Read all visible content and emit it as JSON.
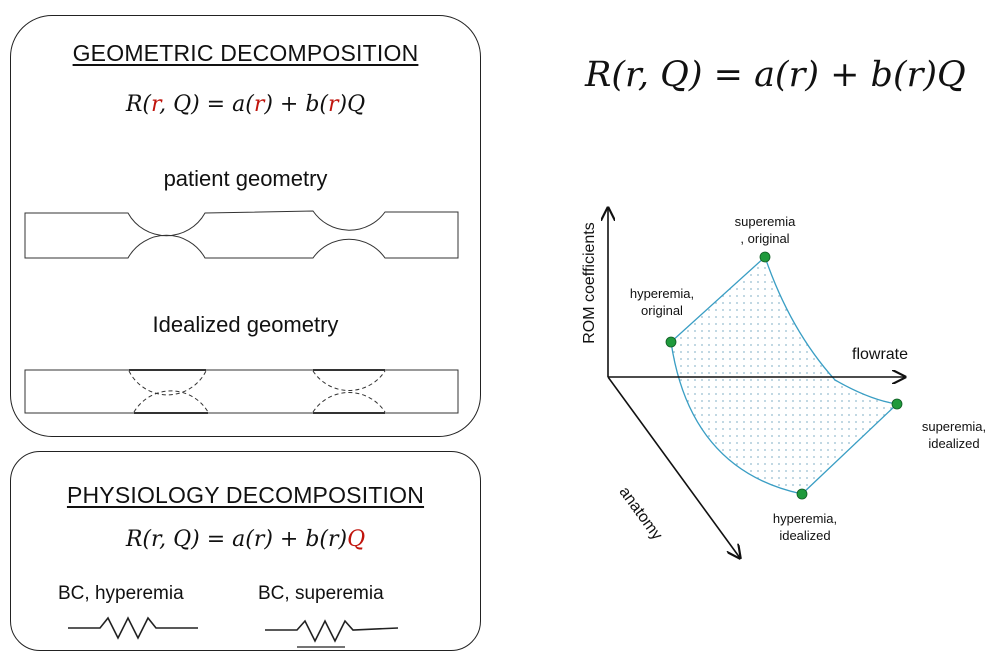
{
  "geometric": {
    "title": "GEOMETRIC DECOMPOSITION",
    "equation": {
      "p1": "R(",
      "r1": "r",
      "p2": ", Q) = a(",
      "r2": "r",
      "p3": ") + b(",
      "r3": "r",
      "p4": ")Q"
    },
    "patient_label": "patient geometry",
    "idealized_label": "Idealized geometry"
  },
  "physiology": {
    "title": "PHYSIOLOGY DECOMPOSITION",
    "equation": {
      "p1": "R(r, Q) = a(r) + b(r)",
      "q": "Q"
    },
    "bc_hyperemia": "BC, hyperemia",
    "bc_superemia": "BC, superemia"
  },
  "main_equation": "R(r, Q) = a(r) + b(r)Q",
  "plot": {
    "y_axis_label": "ROM coefficients",
    "x_axis_label": "flowrate",
    "z_axis_label": "anatomy",
    "points": {
      "superemia_original": "superemia\n, original",
      "hyperemia_original": "hyperemia,\noriginal",
      "superemia_idealized": "superemia,\nidealized",
      "hyperemia_idealized": "hyperemia,\nidealized"
    }
  },
  "colors": {
    "accent_red": "#c0140c",
    "surface_outline": "#3a9ec4",
    "surface_dots": "#8fb8cc",
    "point_fill": "#1f9a3c"
  }
}
